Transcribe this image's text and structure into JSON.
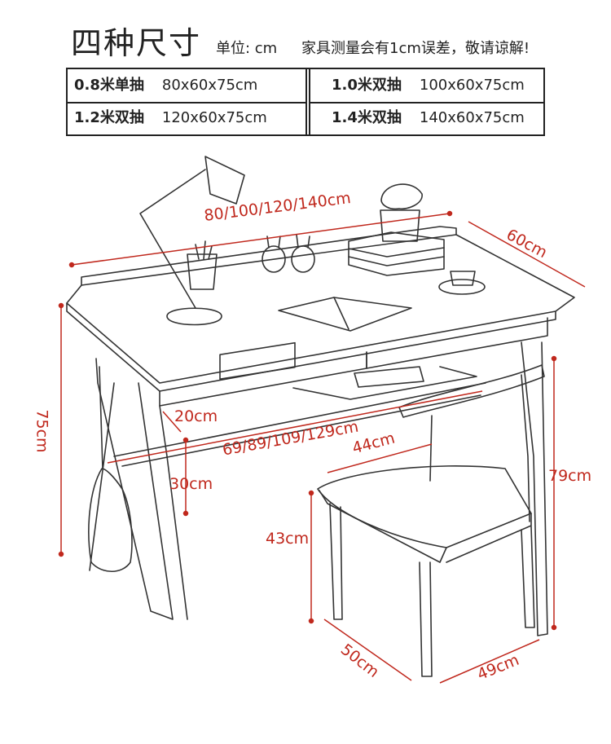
{
  "header": {
    "title": "四种尺寸",
    "unit_label": "单位: cm",
    "note": "家具测量会有1cm误差，敬请谅解!"
  },
  "spec_table": [
    [
      {
        "model": "0.8米单抽",
        "dims": "80x60x75cm"
      },
      {
        "model": "1.0米双抽",
        "dims": "100x60x75cm"
      }
    ],
    [
      {
        "model": "1.2米双抽",
        "dims": "120x60x75cm"
      },
      {
        "model": "1.4米双抽",
        "dims": "140x60x75cm"
      }
    ]
  ],
  "dimensions": {
    "desk_width": "80/100/120/140cm",
    "desk_depth": "60cm",
    "desk_height": "75cm",
    "drawer_height": "20cm",
    "leg_inner_width": "69/89/109/129cm",
    "crossbar_height": "30cm",
    "chair_width_top": "44cm",
    "chair_height": "79cm",
    "seat_height": "43cm",
    "chair_depth": "50cm",
    "chair_width": "49cm"
  },
  "colors": {
    "dimension_red": "#c0281d",
    "line_dark": "#222222"
  }
}
